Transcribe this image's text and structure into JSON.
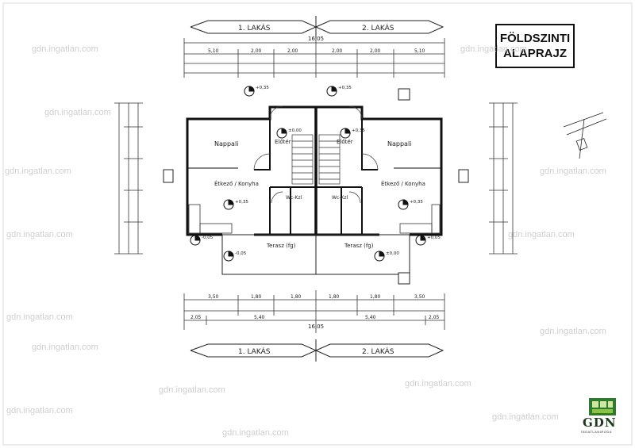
{
  "title": {
    "line1": "FÖLDSZINTI",
    "line2": "ALAPRAJZ"
  },
  "units": {
    "top": "1. LAKÁS",
    "top_right": "2. LAKÁS",
    "bottom_left": "1. LAKÁS",
    "bottom_right": "2. LAKÁS"
  },
  "overall_width": "16,05",
  "rooms": {
    "left_nappali": "Nappali",
    "right_nappali": "Nappali",
    "left_eloter": "Előtér",
    "right_eloter": "Előtér",
    "left_etkezo": "Étkező / Konyha",
    "right_etkezo": "Étkező / Konyha",
    "left_wc": "Wc-Kzl",
    "right_wc": "Wc-Kzl",
    "left_terasz": "Terasz (fg)",
    "right_terasz": "Terasz (fg)"
  },
  "levels": {
    "l1": "+0,35",
    "l2": "+0,35",
    "l3": "±0,00",
    "l4": "+0,35",
    "l5": "+0,35",
    "l6": "+0,35",
    "l7": "-0,05",
    "l8": "±0,00",
    "l9": "-0,05",
    "l10": "+0,05"
  },
  "dims_top": [
    "5,10",
    "2,00",
    "2,00",
    "2,00",
    "2,00",
    "5,10"
  ],
  "dims_bottom": [
    "3,50",
    "1,80",
    "1,80",
    "1,80",
    "1,80",
    "3,50"
  ],
  "dims_bottom2": [
    "2,05",
    "5,40",
    "5,40",
    "2,05"
  ],
  "watermark": "gdn.ingatlan.com",
  "logo": {
    "text": "GDN",
    "sub": "INGATLANIRODA",
    "color": "#2f7a2f"
  }
}
